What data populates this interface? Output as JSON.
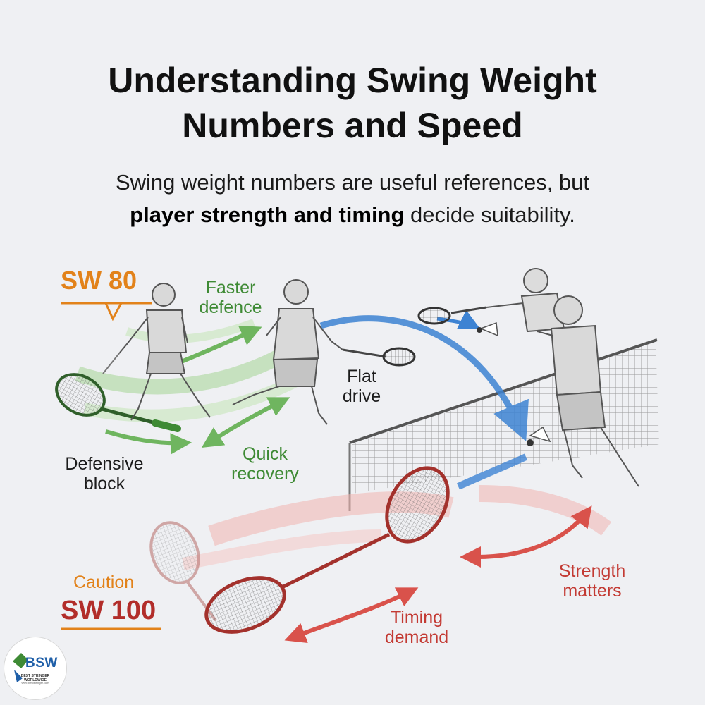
{
  "title_line1": "Understanding Swing Weight",
  "title_line2": "Numbers and Speed",
  "subtitle": {
    "line1": "Swing weight numbers are useful references, but",
    "bold": "player strength and timing",
    "line2_rest": " decide suitability."
  },
  "labels": {
    "sw80": "SW 80",
    "faster_l1": "Faster",
    "faster_l2": "defence",
    "flat_l1": "Flat",
    "flat_l2": "drive",
    "defensive_l1": "Defensive",
    "defensive_l2": "block",
    "quick_l1": "Quick",
    "quick_l2": "recovery",
    "caution": "Caution",
    "sw100": "SW 100",
    "timing_l1": "Timing",
    "timing_l2": "demand",
    "strength_l1": "Strength",
    "strength_l2": "matters"
  },
  "logo": {
    "name": "BSW",
    "tagline": "BEST STRINGER WORLDWIDE",
    "url": "www.beststringer.com"
  },
  "colors": {
    "green": "#3e8a34",
    "orange": "#e2821a",
    "red": "#c33a33",
    "blue": "#3d83d3",
    "background": "#eff0f3"
  },
  "icons": [
    "badminton-player-icon",
    "racket-icon",
    "shuttlecock-icon",
    "net-icon",
    "arrow-icon"
  ]
}
